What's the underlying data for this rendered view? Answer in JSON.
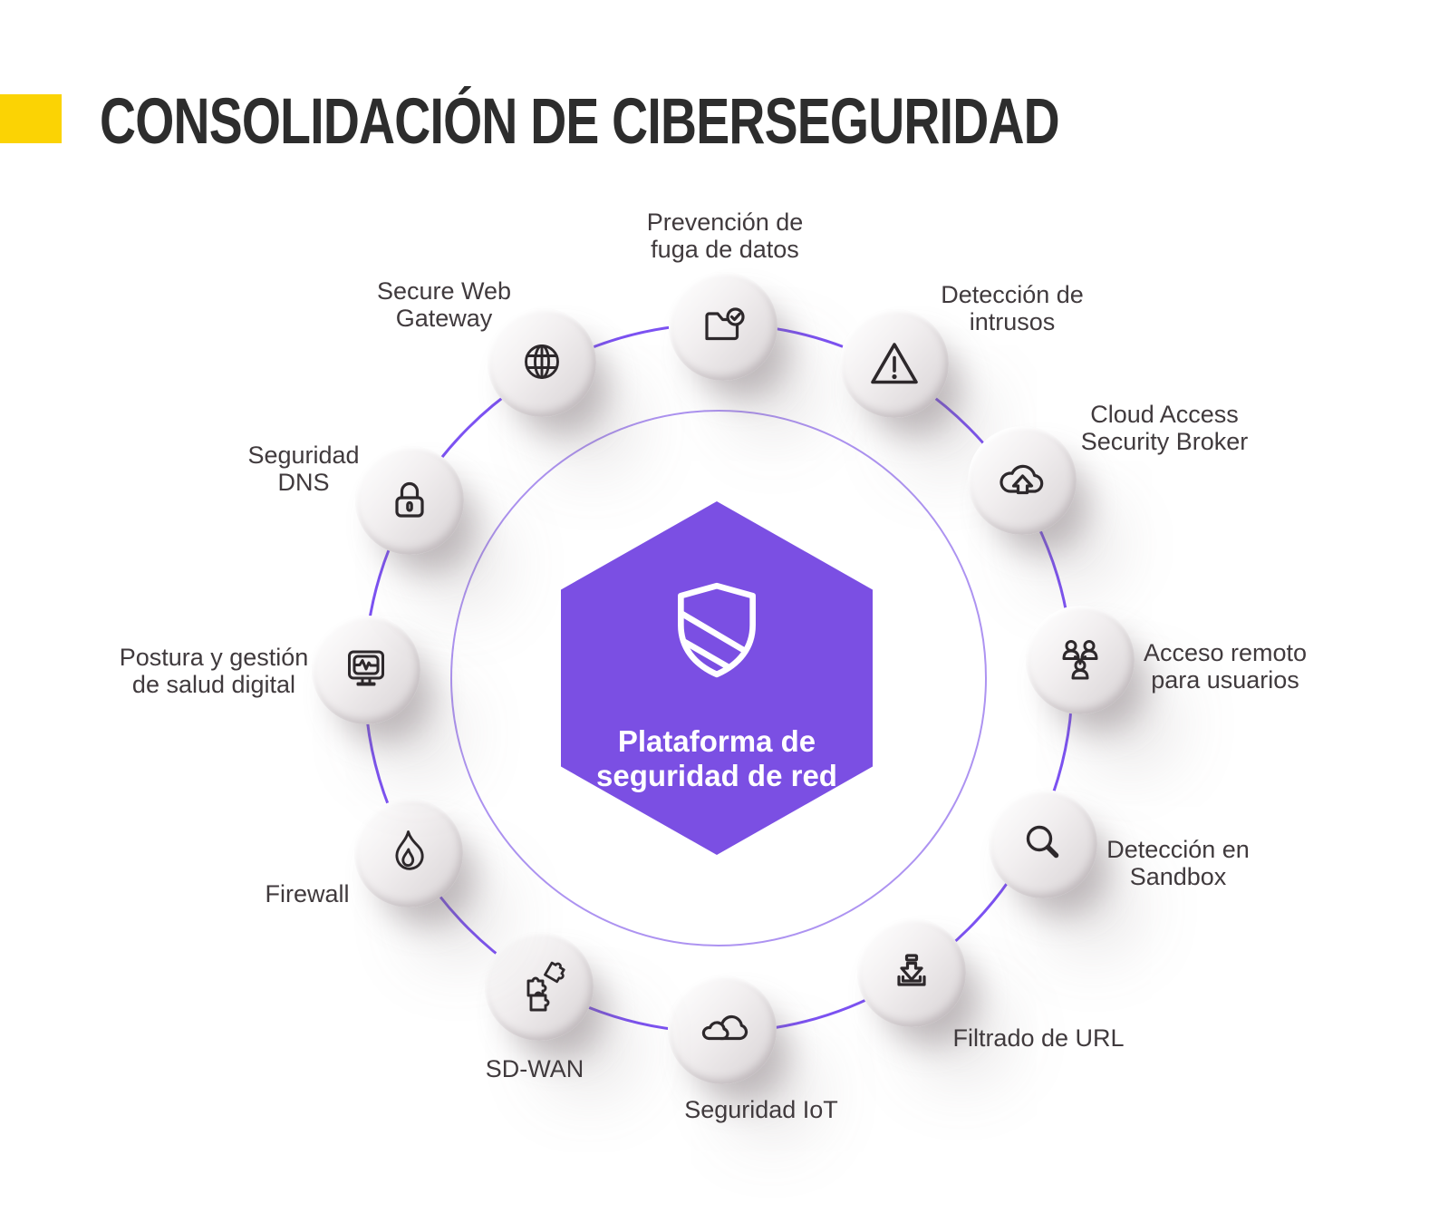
{
  "title": "CONSOLIDACIÓN DE CIBERSEGURIDAD",
  "accent": {
    "yellow": "#FBD304",
    "purple": "#7B4FE3",
    "ring_purple": "#7C52F2",
    "inner_ring_purple": "#AD93F1",
    "text_dark": "#403A3D",
    "icon_stroke": "#2D282B"
  },
  "center": {
    "icon": "shield-stripe-icon",
    "label_line1": "Plataforma de",
    "label_line2": "seguridad de red"
  },
  "nodes": [
    {
      "id": "prevencion-fuga-datos",
      "icon": "folder-check-icon",
      "line1": "Prevención de",
      "line2": "fuga de datos"
    },
    {
      "id": "deteccion-intrusos",
      "icon": "warning-triangle-icon",
      "line1": "Detección de",
      "line2": "intrusos"
    },
    {
      "id": "cloud-access-security-broker",
      "icon": "cloud-upload-icon",
      "line1": "Cloud Access",
      "line2": "Security Broker"
    },
    {
      "id": "acceso-remoto-usuarios",
      "icon": "users-network-icon",
      "line1": "Acceso remoto",
      "line2": "para usuarios"
    },
    {
      "id": "deteccion-sandbox",
      "icon": "magnifier-icon",
      "line1": "Detección en",
      "line2": "Sandbox"
    },
    {
      "id": "filtrado-url",
      "icon": "download-tray-icon",
      "line1": "Filtrado de URL"
    },
    {
      "id": "seguridad-iot",
      "icon": "clouds-icon",
      "line1": "Seguridad IoT"
    },
    {
      "id": "sd-wan",
      "icon": "puzzle-icon",
      "line1": "SD-WAN"
    },
    {
      "id": "firewall",
      "icon": "flame-icon",
      "line1": "Firewall"
    },
    {
      "id": "postura-salud-digital",
      "icon": "monitor-pulse-icon",
      "line1": "Postura y gestión",
      "line2": "de salud digital"
    },
    {
      "id": "seguridad-dns",
      "icon": "padlock-icon",
      "line1": "Seguridad",
      "line2": "DNS"
    },
    {
      "id": "secure-web-gateway",
      "icon": "globe-icon",
      "line1": "Secure Web",
      "line2": "Gateway"
    }
  ]
}
